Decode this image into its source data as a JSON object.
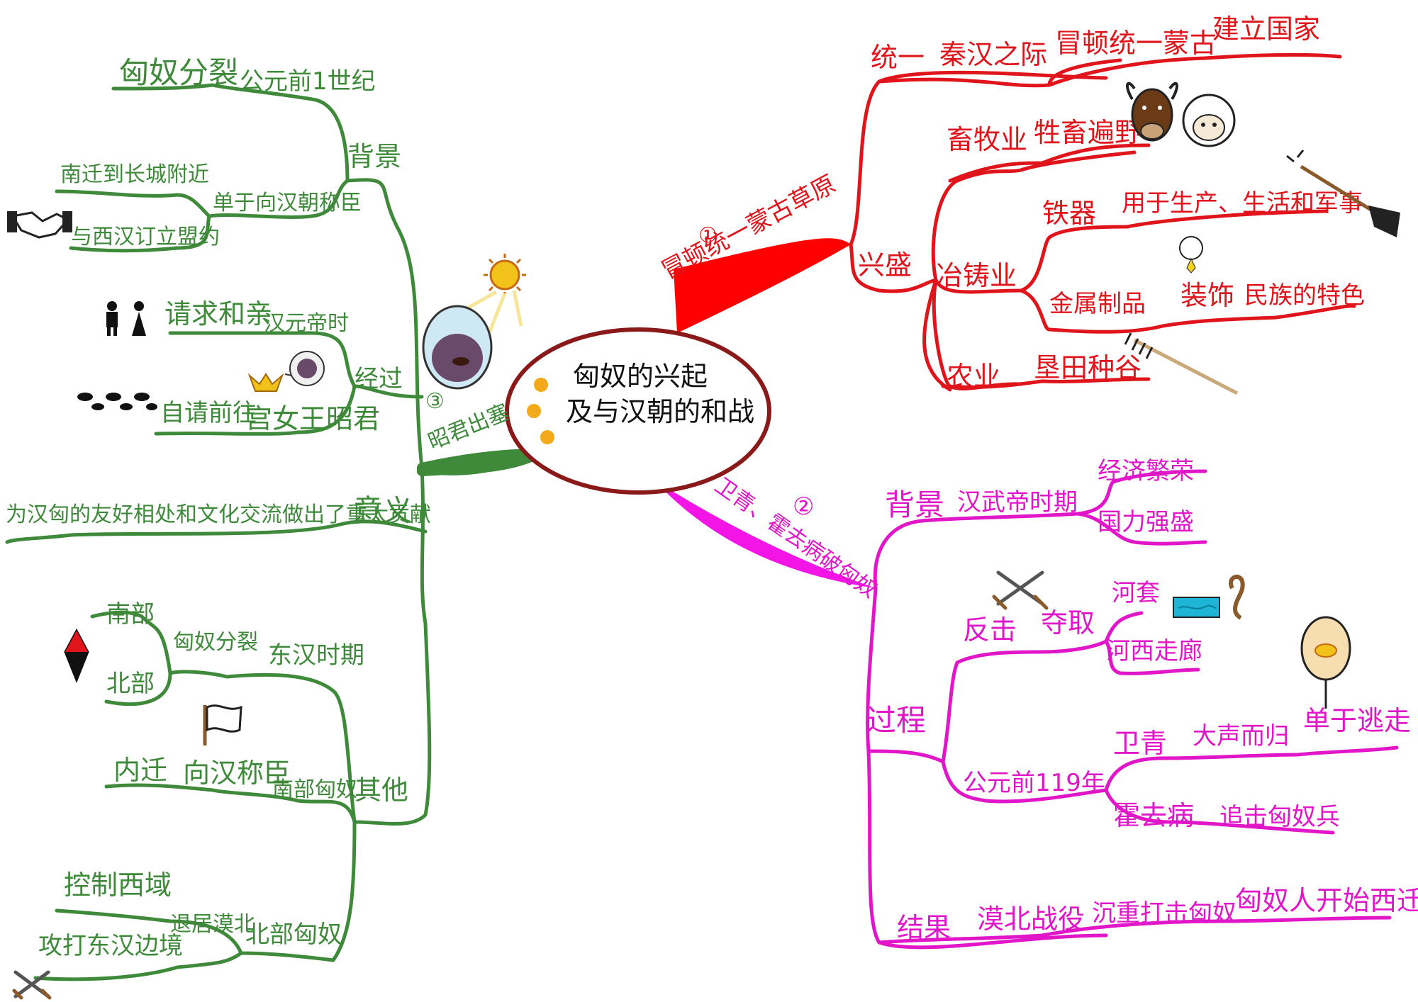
{
  "colors": {
    "green_branch": "#3e8a3a",
    "red_branch": "#e0141b",
    "magenta_branch": "#e016c8",
    "center_border": "#8a1a1a",
    "dot": "#f2a91a"
  },
  "center": {
    "line1": "匈奴的兴起",
    "line2": "及与汉朝的和战"
  },
  "branch1": {
    "number": "①",
    "label": "冒顿统一蒙古草原",
    "unify": {
      "label": "统一",
      "time": "秦汉之际",
      "event": "冒顿统一蒙古",
      "result": "建立国家"
    },
    "prosper": {
      "label": "兴盛",
      "herding": {
        "label": "畜牧业",
        "detail": "牲畜遍野"
      },
      "metal": {
        "label": "冶铸业",
        "iron": {
          "label": "铁器",
          "detail": "用于生产、生活和军事"
        },
        "metalware": {
          "label": "金属制品",
          "use": "装饰",
          "detail": "民族的特色"
        }
      },
      "farming": {
        "label": "农业",
        "detail": "垦田种谷"
      }
    },
    "icons": [
      "ox-icon",
      "sheep-icon",
      "shovel-icon",
      "pendant-icon",
      "rake-icon"
    ]
  },
  "branch2": {
    "number": "②",
    "label": "卫青、霍去病破匈奴",
    "background": {
      "label": "背景",
      "period": "汉武帝时期",
      "items": [
        "经济繁荣",
        "国力强盛"
      ]
    },
    "process": {
      "label": "过程",
      "counter": {
        "label": "反击",
        "action": "夺取",
        "places": [
          "河套",
          "河西走廊"
        ]
      },
      "year": {
        "label": "公元前119年",
        "weiqing": {
          "name": "卫青",
          "action": "大声而归",
          "result": "单于逃走"
        },
        "huoqubing": {
          "name": "霍去病",
          "action": "追击匈奴兵"
        }
      }
    },
    "result": {
      "label": "结果",
      "battle": "漠北战役",
      "effect": "沉重打击匈奴",
      "outcome": "匈奴人开始西迁"
    },
    "icons": [
      "crossed-swords-icon",
      "river-icon",
      "rope-icon",
      "fan-icon"
    ]
  },
  "branch3": {
    "number": "③",
    "label": "昭君出塞",
    "background": {
      "label": "背景",
      "split": {
        "label": "匈奴分裂",
        "time": "公元前1世纪"
      },
      "chanyu": {
        "label": "单于向汉朝称臣",
        "items": [
          "南迁到长城附近",
          "与西汉订立盟约"
        ]
      }
    },
    "course": {
      "label": "经过",
      "marriage": {
        "label": "请求和亲",
        "time": "汉元帝时"
      },
      "volunteer": {
        "label": "自请前往",
        "who": "宫女王昭君"
      }
    },
    "meaning": {
      "label": "意义",
      "detail": "为汉匈的友好相处和文化交流做出了重大贡献"
    },
    "other": {
      "label": "其他",
      "period": "东汉时期",
      "split": {
        "label": "匈奴分裂",
        "south": "南部",
        "north": "北部"
      },
      "southern": {
        "label": "南部匈奴",
        "a": "向汉称臣",
        "b": "内迁"
      },
      "northern": {
        "label": "北部匈奴",
        "a": "退居漠北",
        "b": "控制西域",
        "c": "攻打东汉边境"
      }
    },
    "icons": [
      "sun-icon",
      "mirror-icon",
      "handshake-icon",
      "couple-icon",
      "footprints-icon",
      "crown-icon",
      "compass-icon",
      "white-flag-icon",
      "crossed-swords-icon"
    ]
  }
}
